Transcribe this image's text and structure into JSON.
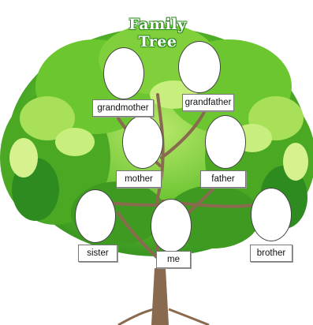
{
  "title": "Family Tree",
  "labels": {
    "grandmother": "grandmother",
    "grandfather": "grandfather",
    "mother": "mother",
    "father": "father",
    "sister": "sister",
    "me": "me",
    "brother": "brother"
  },
  "colors": {
    "leaf_dark": "#2e8b1f",
    "leaf_mid": "#5fbf2a",
    "leaf_light": "#b9e86a",
    "trunk": "#8a6a4e"
  }
}
